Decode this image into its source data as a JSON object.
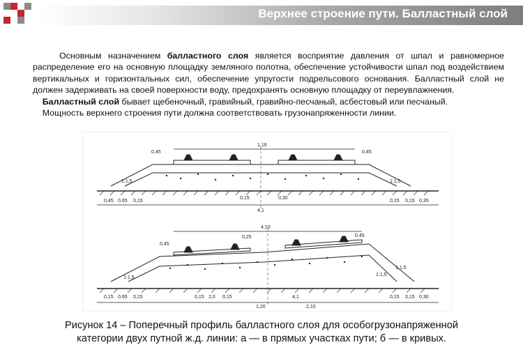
{
  "header": {
    "title": "Верхнее строение пути. Балластный слой"
  },
  "paragraphs": {
    "p1": {
      "lead": "Основным назначением ",
      "bold": "балластного слоя",
      "rest": " является восприятие давления от шпал и равномерное распределение его на основную площадку земляного полотна, обеспечение устойчивости шпал под воздействием вертикальных и горизонтальных сил, обеспечение упругости подрельсового основания. Балластный слой не должен задерживать на своей поверхности воду, предохранять основную площадку от переувлажнения."
    },
    "p2": {
      "bold": "Балластный слой",
      "rest": " бывает щебеночный, гравийный, гравийно-песчаный, асбестовый или песчаный."
    },
    "p3": {
      "text": "Мощность верхнего строения пути должна соответствовать грузонапряженности линии."
    }
  },
  "figure": {
    "top": {
      "dims": [
        "0,45",
        "1,16",
        "0,45",
        "1:1,5",
        "1:1,5",
        "0,45",
        "0,65",
        "0,15",
        "0,15",
        "0,15",
        "0,35",
        "4,1",
        "0,15",
        "0,30"
      ]
    },
    "bottom": {
      "dims": [
        "0,25",
        "0,45",
        "4,10",
        "0,45",
        "1:1,5",
        "0,15",
        "0,65",
        "0,15",
        "0,15",
        "2,0",
        "0,15",
        "4,1",
        "1,20",
        "2,10",
        "0,15",
        "1:1,5",
        "1:1,5",
        "0,15",
        "0,30"
      ]
    }
  },
  "caption": {
    "line1": "Рисунок 14 – Поперечный профиль балластного слоя для особогрузонапряженной",
    "line2": "категории двух путной ж.д. линии: а — в прямых участках пути; б — в кривых."
  },
  "colors": {
    "accent": "#c0282e",
    "gray": "#8a8a8a"
  }
}
